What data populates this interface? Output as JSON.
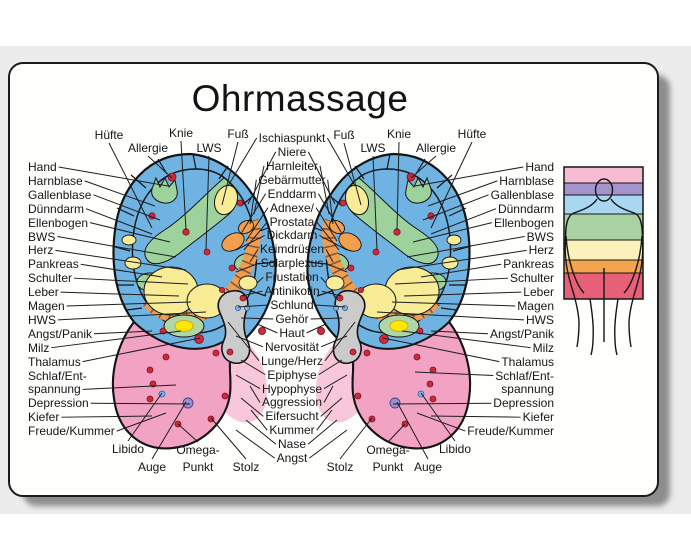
{
  "title": "Ohrmassage",
  "ear_chart": {
    "left_column": [
      "Hand",
      "Harnblase",
      "Gallenblase",
      "Dünndarm",
      "Ellenbogen",
      "BWS",
      "Herz",
      "Pankreas",
      "Schulter",
      "Leber",
      "Magen",
      "HWS",
      "Angst/Panik",
      "Milz",
      "Thalamus",
      "Schlaf/Ent-",
      "spannung",
      "Depression",
      "Kiefer",
      "Freude/Kummer"
    ],
    "right_column": [
      "Hand",
      "Harnblase",
      "Gallenblase",
      "Dünndarm",
      "Ellenbogen",
      "BWS",
      "Herz",
      "Pankreas",
      "Schulter",
      "Leber",
      "Magen",
      "HWS",
      "Angst/Panik",
      "Milz",
      "Thalamus",
      "Schlaf/Ent-",
      "spannung",
      "Depression",
      "Kiefer",
      "Freude/Kummer"
    ],
    "center_column": [
      "Ischiaspunkt",
      "Niere",
      "Harnleiter",
      "Gebärmutter",
      "Enddarm",
      "Adnexe/",
      "Prostata",
      "Dickdarm",
      "Keimdrüsen",
      "Solarplexus",
      "Frustation",
      "Antinikotin",
      "Schlund",
      "Gehör",
      "Haut",
      "Nervosität",
      "Lunge/Herz",
      "Epiphyse",
      "Hypophyse",
      "Aggression",
      "Eifersucht",
      "Kummer",
      "Nase",
      "Angst"
    ],
    "top_left": [
      "Hüfte",
      "Allergie",
      "Knie",
      "LWS",
      "Fuß"
    ],
    "top_right": [
      "Fuß",
      "LWS",
      "Knie",
      "Allergie",
      "Hüfte"
    ],
    "bottom_left": [
      "Libido",
      "Auge",
      "Omega-",
      "Punkt",
      "Stolz"
    ],
    "bottom_right": [
      "Stolz",
      "Omega-",
      "Punkt",
      "Auge",
      "Libido"
    ]
  },
  "legend": {
    "band_colors": [
      "#f7bcd4",
      "#a394ce",
      "#a9d7f2",
      "#a9d2a2",
      "#fbf2bb",
      "#f5a44e",
      "#e85f78"
    ]
  },
  "palette": {
    "ear_rim_blue": "#6fb3e3",
    "ear_lobe_pink": "#f2a3c3",
    "lobe_halo_pink": "#f8c8da",
    "zone_green": "#9ed29c",
    "zone_yellow": "#f8ec96",
    "zone_orange": "#f29d4e",
    "canal_gray": "#cbcbcb",
    "point_red": "#cd2b3b",
    "point_blue": "#7fb3e8",
    "point_purple": "#9a8fd0"
  }
}
